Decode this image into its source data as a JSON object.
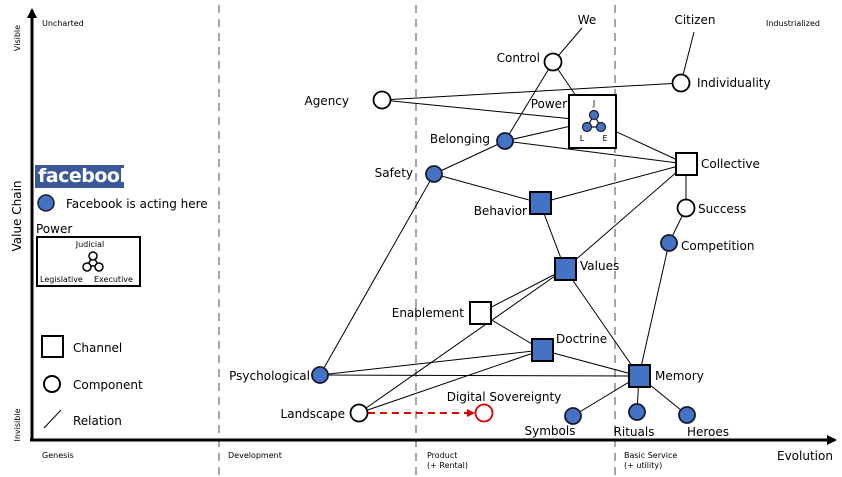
{
  "title": "Wardley Map — Facebook & Digital Sovereignty",
  "colors": {
    "acting_fill": "#4472c4",
    "stroke": "#000000",
    "sovereignty": "#e00000",
    "grid_dash": "#a6a6a6",
    "brand": "#3b5998"
  },
  "axes": {
    "y_label": "Value Chain",
    "y_top": "Visible",
    "y_bottom": "Invisible",
    "x_label": "Evolution",
    "stages": [
      {
        "label": "Genesis",
        "sub": ""
      },
      {
        "label": "Development",
        "sub": ""
      },
      {
        "label": "Product",
        "sub": "(+ Rental)"
      },
      {
        "label": "Basic Service",
        "sub": "(+ utility)"
      }
    ],
    "corner_top_left": "Uncharted",
    "corner_top_right": "Industrialized"
  },
  "legend": {
    "brand_name": "facebook",
    "acting_label": "Facebook is acting here",
    "power_title": "Power",
    "power_judicial": "Judicial",
    "power_legislative": "Legislative",
    "power_executive": "Executive",
    "channel_label": "Channel",
    "component_label": "Component",
    "relation_label": "Relation"
  },
  "nodes": [
    {
      "id": "we",
      "label": "We",
      "type": "text"
    },
    {
      "id": "citizen",
      "label": "Citizen",
      "type": "text"
    },
    {
      "id": "control",
      "label": "Control",
      "type": "component",
      "acting": false
    },
    {
      "id": "individuality",
      "label": "Individuality",
      "type": "component",
      "acting": false
    },
    {
      "id": "agency",
      "label": "Agency",
      "type": "component",
      "acting": false
    },
    {
      "id": "power",
      "label": "Power",
      "type": "power",
      "acting": true,
      "sub": {
        "j": "J",
        "l": "L",
        "e": "E"
      }
    },
    {
      "id": "belonging",
      "label": "Belonging",
      "type": "component",
      "acting": true
    },
    {
      "id": "collective",
      "label": "Collective",
      "type": "channel",
      "acting": false
    },
    {
      "id": "safety",
      "label": "Safety",
      "type": "component",
      "acting": true
    },
    {
      "id": "behavior",
      "label": "Behavior",
      "type": "channel",
      "acting": true
    },
    {
      "id": "success",
      "label": "Success",
      "type": "component",
      "acting": false
    },
    {
      "id": "competition",
      "label": "Competition",
      "type": "component",
      "acting": true
    },
    {
      "id": "values",
      "label": "Values",
      "type": "channel",
      "acting": true
    },
    {
      "id": "enablement",
      "label": "Enablement",
      "type": "channel",
      "acting": false
    },
    {
      "id": "doctrine",
      "label": "Doctrine",
      "type": "channel",
      "acting": true
    },
    {
      "id": "psychological",
      "label": "Psychological",
      "type": "component",
      "acting": true
    },
    {
      "id": "memory",
      "label": "Memory",
      "type": "channel",
      "acting": true
    },
    {
      "id": "landscape",
      "label": "Landscape",
      "type": "component",
      "acting": false
    },
    {
      "id": "digital_sovereignty",
      "label": "Digital Sovereignty",
      "type": "component",
      "acting": false,
      "highlight": true
    },
    {
      "id": "symbols",
      "label": "Symbols",
      "type": "component",
      "acting": true
    },
    {
      "id": "rituals",
      "label": "Rituals",
      "type": "component",
      "acting": true
    },
    {
      "id": "heroes",
      "label": "Heroes",
      "type": "component",
      "acting": true
    }
  ],
  "edges": [
    [
      "we",
      "control"
    ],
    [
      "citizen",
      "individuality"
    ],
    [
      "control",
      "belonging"
    ],
    [
      "control",
      "power"
    ],
    [
      "agency",
      "individuality"
    ],
    [
      "agency",
      "power"
    ],
    [
      "belonging",
      "power"
    ],
    [
      "belonging",
      "collective"
    ],
    [
      "belonging",
      "safety"
    ],
    [
      "power",
      "collective"
    ],
    [
      "safety",
      "behavior"
    ],
    [
      "safety",
      "psychological"
    ],
    [
      "behavior",
      "collective"
    ],
    [
      "behavior",
      "values"
    ],
    [
      "collective",
      "success"
    ],
    [
      "collective",
      "values"
    ],
    [
      "success",
      "competition"
    ],
    [
      "competition",
      "memory"
    ],
    [
      "values",
      "enablement"
    ],
    [
      "values",
      "landscape"
    ],
    [
      "values",
      "memory"
    ],
    [
      "enablement",
      "doctrine"
    ],
    [
      "doctrine",
      "psychological"
    ],
    [
      "doctrine",
      "memory"
    ],
    [
      "doctrine",
      "landscape"
    ],
    [
      "psychological",
      "memory"
    ],
    [
      "memory",
      "symbols"
    ],
    [
      "memory",
      "rituals"
    ],
    [
      "memory",
      "heroes"
    ]
  ],
  "evolution_arrow": {
    "from": "landscape",
    "to": "digital_sovereignty"
  }
}
